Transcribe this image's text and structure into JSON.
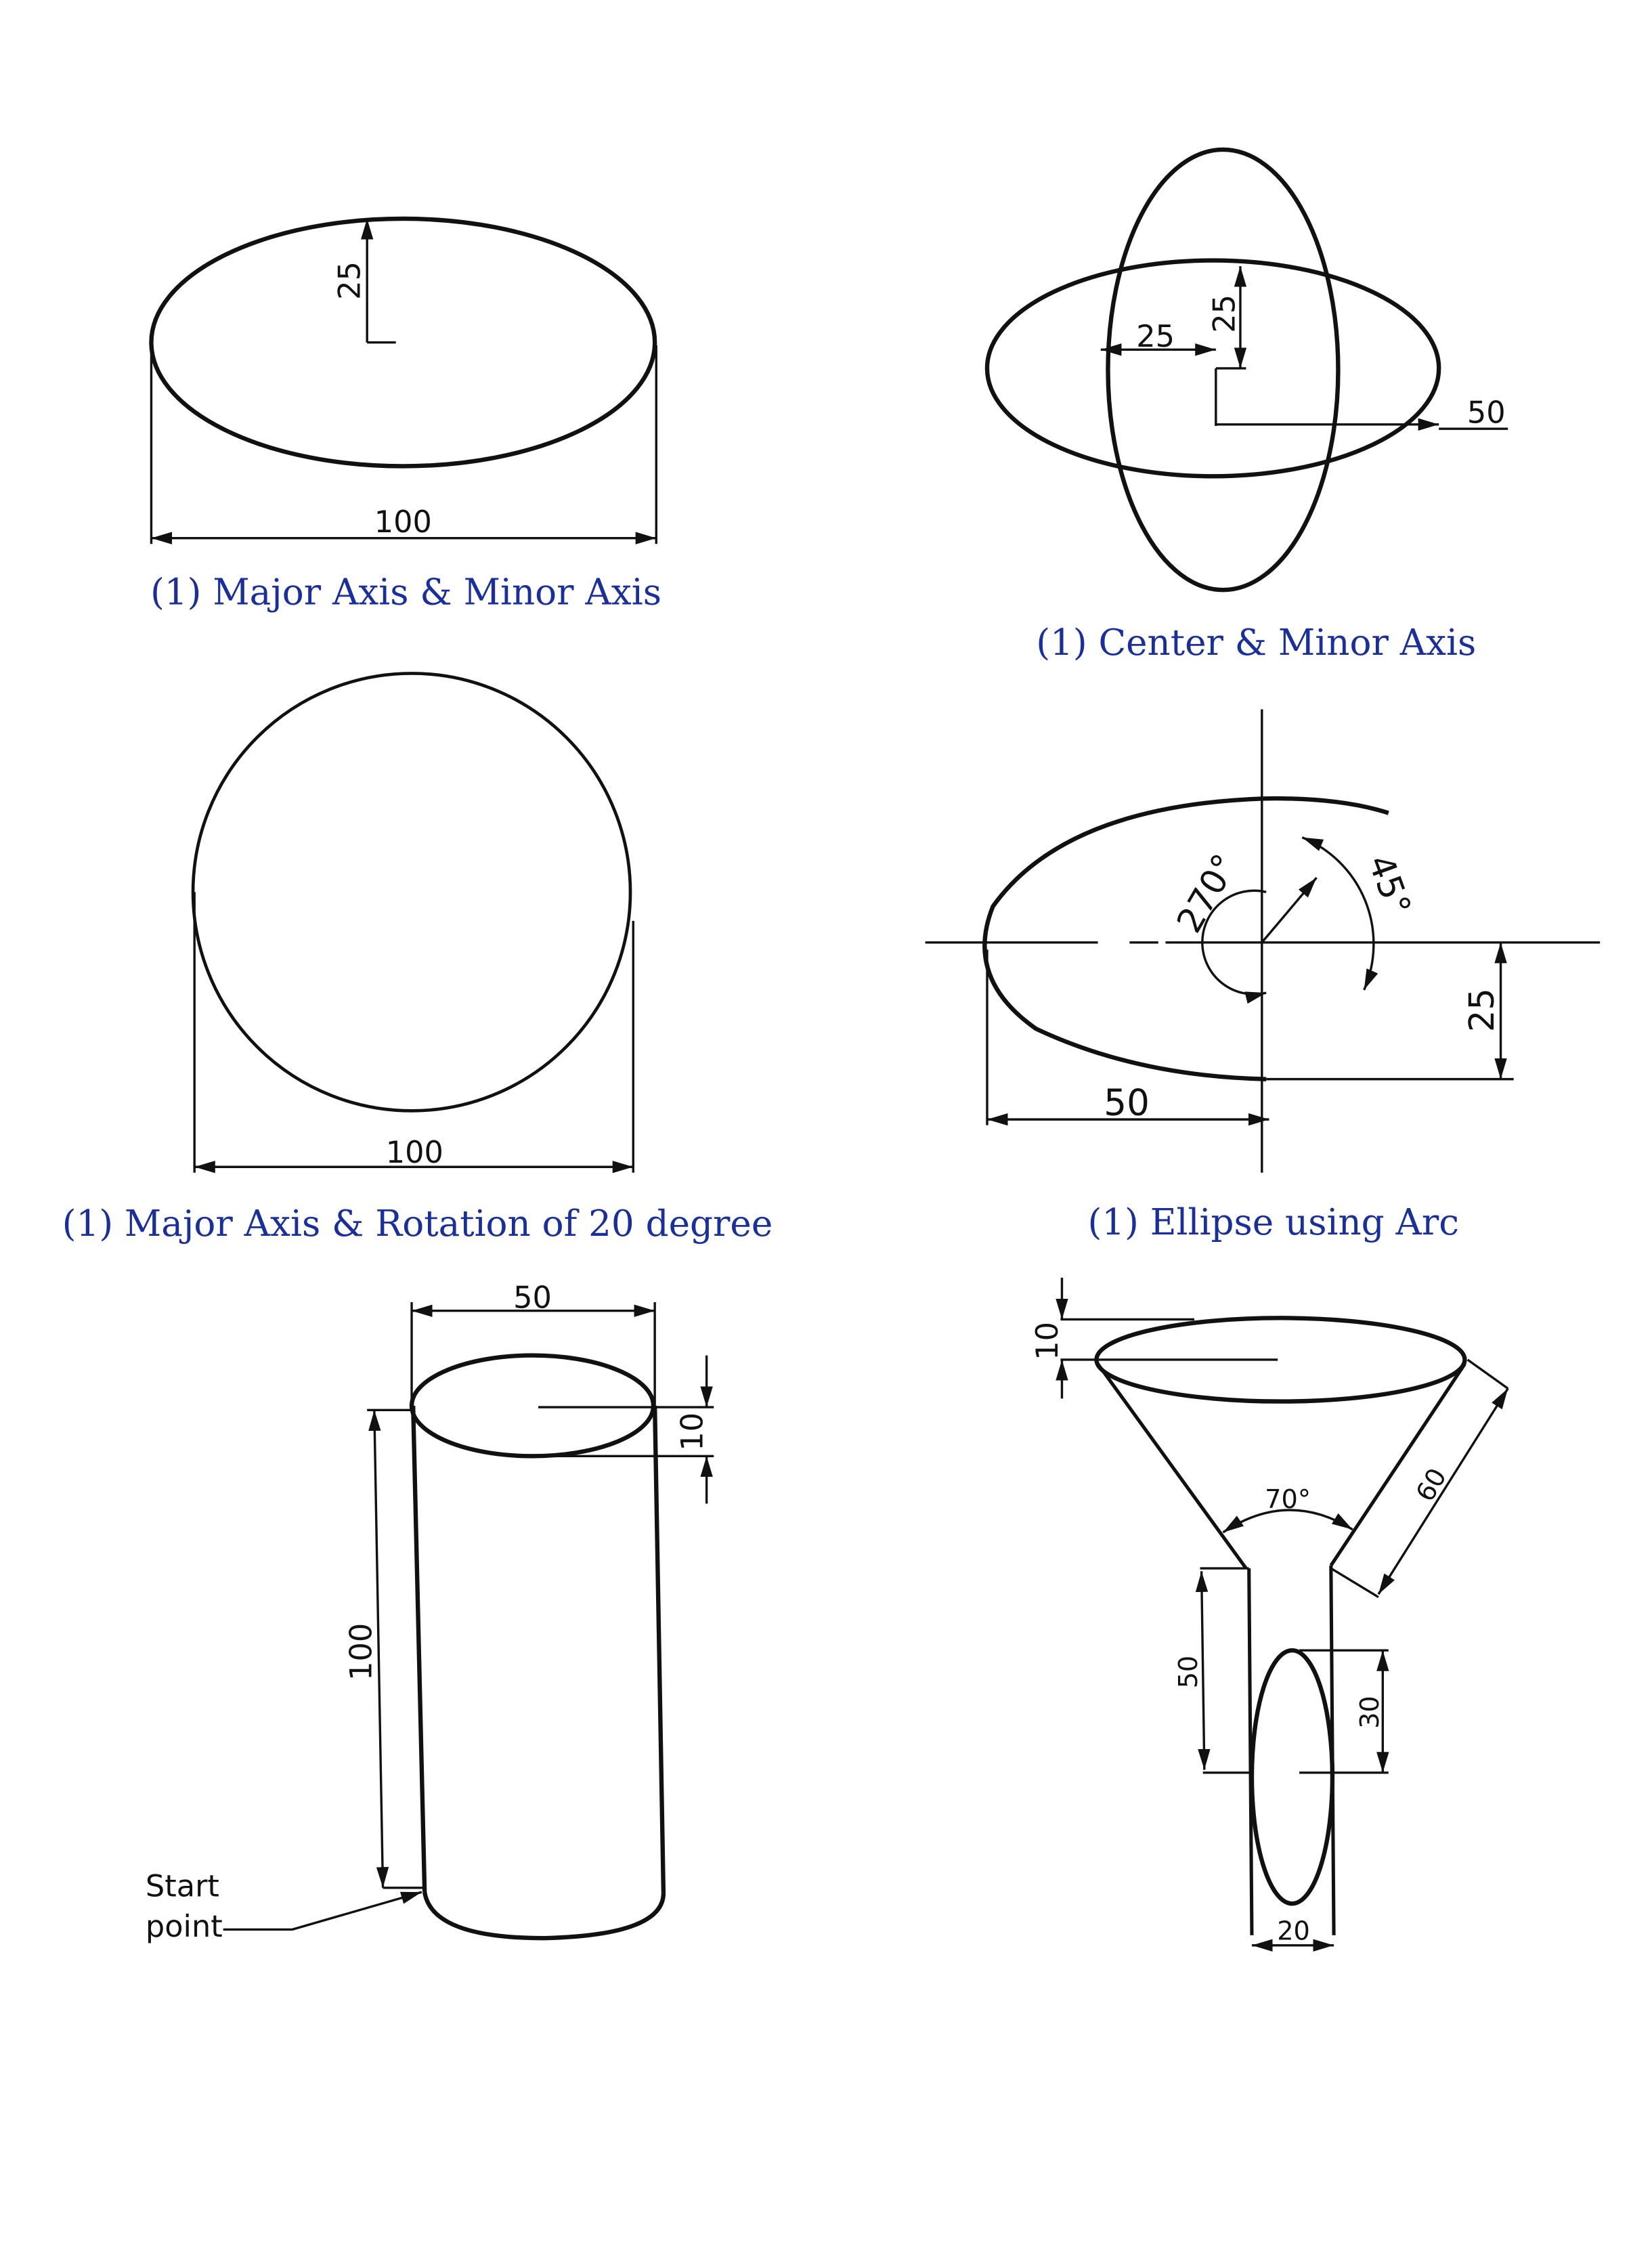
{
  "colors": {
    "caption": "#1a2f9e",
    "line": "#111111"
  },
  "panels": [
    {
      "caption": "(1) Major Axis & Minor Axis",
      "dims": [
        "25",
        "100"
      ]
    },
    {
      "caption": "(1) Center & Minor Axis",
      "dims": [
        "25",
        "25",
        "50"
      ]
    },
    {
      "caption": "(1) Major Axis & Rotation of 20 degree",
      "dims": [
        "100"
      ]
    },
    {
      "caption": "(1) Ellipse using Arc",
      "dims": [
        "270°",
        "45°",
        "25",
        "50"
      ]
    },
    {
      "caption": "",
      "dims": [
        "50",
        "10",
        "100"
      ],
      "labels": [
        "Start",
        "point"
      ]
    },
    {
      "caption": "",
      "dims": [
        "10",
        "70°",
        "60",
        "50",
        "30",
        "20"
      ]
    }
  ]
}
